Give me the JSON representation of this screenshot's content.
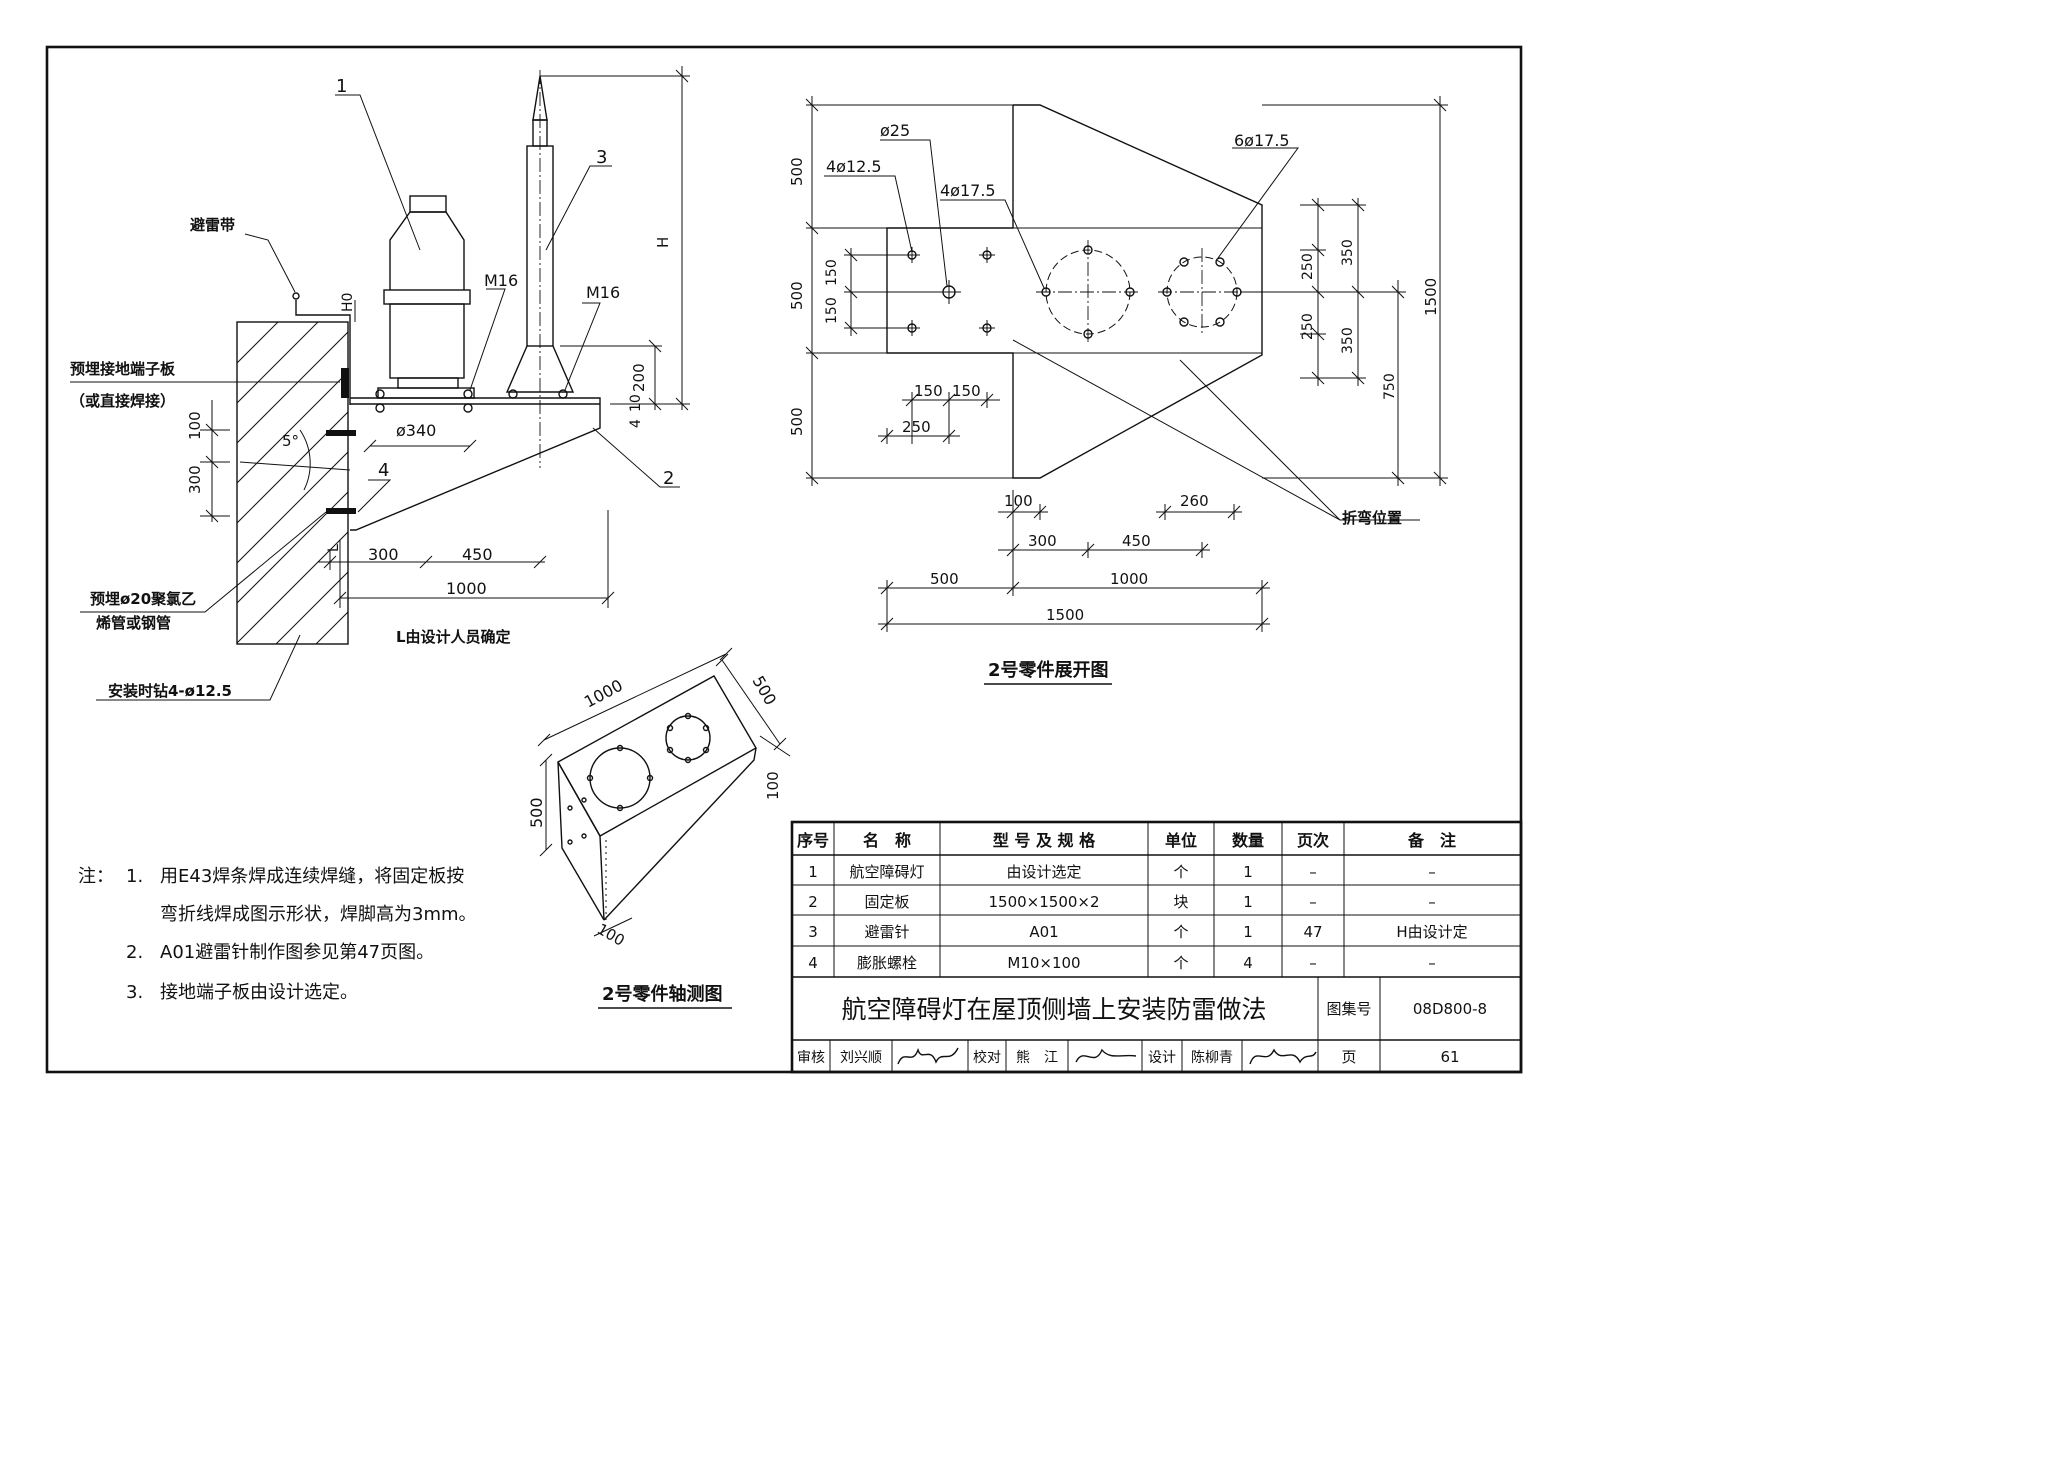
{
  "section_view": {
    "labels": {
      "part1": "1",
      "part2": "2",
      "part3": "3",
      "part4": "4",
      "lightning_strip": "避雷带",
      "embedded_plate_1": "预埋接地端子板",
      "embedded_plate_2": "（或直接焊接）",
      "pvc_pipe_1": "预埋ø20聚氯乙",
      "pvc_pipe_2": "烯管或钢管",
      "drill_note": "安装时钻4-ø12.5",
      "l_note": "L由设计人员确定",
      "bolt_left": "M16",
      "bolt_right": "M16",
      "dim_h": "H",
      "dim_h0": "H0",
      "dim_200": "200",
      "dim_10": "10",
      "dim_4": "4",
      "dim_100": "100",
      "dim_300v": "300",
      "angle": "5°",
      "dim_d340": "ø340",
      "dim_l": "L",
      "dim_300": "300",
      "dim_450": "450",
      "dim_1000": "1000"
    }
  },
  "development_view": {
    "title": "2号零件展开图",
    "labels": {
      "d25": "ø25",
      "h4_125": "4ø12.5",
      "h4_175": "4ø17.5",
      "h6_175": "6ø17.5",
      "d500_a": "500",
      "d500_b": "500",
      "d500_c": "500",
      "d150_a": "150",
      "d150_b": "150",
      "d250_a": "250",
      "d250_b": "250",
      "d350_a": "350",
      "d350_b": "350",
      "d1500_v": "1500",
      "d750": "750",
      "h150_a": "150",
      "h150_b": "150",
      "h250": "250",
      "h100": "100",
      "h260": "260",
      "h300": "300",
      "h450": "450",
      "h500": "500",
      "h1000": "1000",
      "h1500": "1500",
      "bend": "折弯位置"
    }
  },
  "axonometric_view": {
    "title": "2号零件轴测图",
    "labels": {
      "d1000": "1000",
      "d500_top": "500",
      "d500_left": "500",
      "d100_right": "100",
      "d100_bottom": "100"
    }
  },
  "notes": {
    "prefix": "注：",
    "items": [
      {
        "num": "1.",
        "lines": [
          "用E43焊条焊成连续焊缝，将固定板按",
          "弯折线焊成图示形状，焊脚高为3mm。"
        ]
      },
      {
        "num": "2.",
        "lines": [
          "A01避雷针制作图参见第47页图。"
        ]
      },
      {
        "num": "3.",
        "lines": [
          "接地端子板由设计选定。"
        ]
      }
    ]
  },
  "parts_table": {
    "headers": [
      "序号",
      "名　称",
      "型 号 及 规 格",
      "单位",
      "数量",
      "页次",
      "备　注"
    ],
    "rows": [
      [
        "1",
        "航空障碍灯",
        "由设计选定",
        "个",
        "1",
        "–",
        "–"
      ],
      [
        "2",
        "固定板",
        "1500×1500×2",
        "块",
        "1",
        "–",
        "–"
      ],
      [
        "3",
        "避雷针",
        "A01",
        "个",
        "1",
        "47",
        "H由设计定"
      ],
      [
        "4",
        "膨胀螺栓",
        "M10×100",
        "个",
        "4",
        "–",
        "–"
      ]
    ]
  },
  "title_block": {
    "title": "航空障碍灯在屋顶侧墙上安装防雷做法",
    "atlas_label": "图集号",
    "atlas_no": "08D800-8",
    "page_label": "页",
    "page_no": "61",
    "review_label": "审核",
    "reviewer": "刘兴顺",
    "check_label": "校对",
    "checker": "熊　江",
    "design_label": "设计",
    "designer": "陈柳青"
  }
}
